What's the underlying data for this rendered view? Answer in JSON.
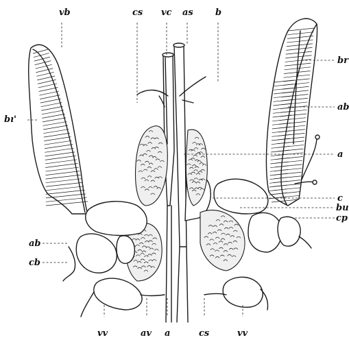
{
  "figure": {
    "labels": {
      "vb_top": "vb",
      "cs_top": "cs",
      "vc_top": "vc",
      "as_top": "as",
      "b_top": "b",
      "br": "br",
      "ab_right": "ab",
      "bi": "bı'",
      "a_right": "a",
      "c": "c",
      "bu": "bu",
      "cp": "cp",
      "ab_left": "ab",
      "cb": "cb",
      "vv_left": "vv",
      "av": "av",
      "a_bottom": "a",
      "cs_bottom": "cs",
      "vv_right": "vv"
    }
  }
}
